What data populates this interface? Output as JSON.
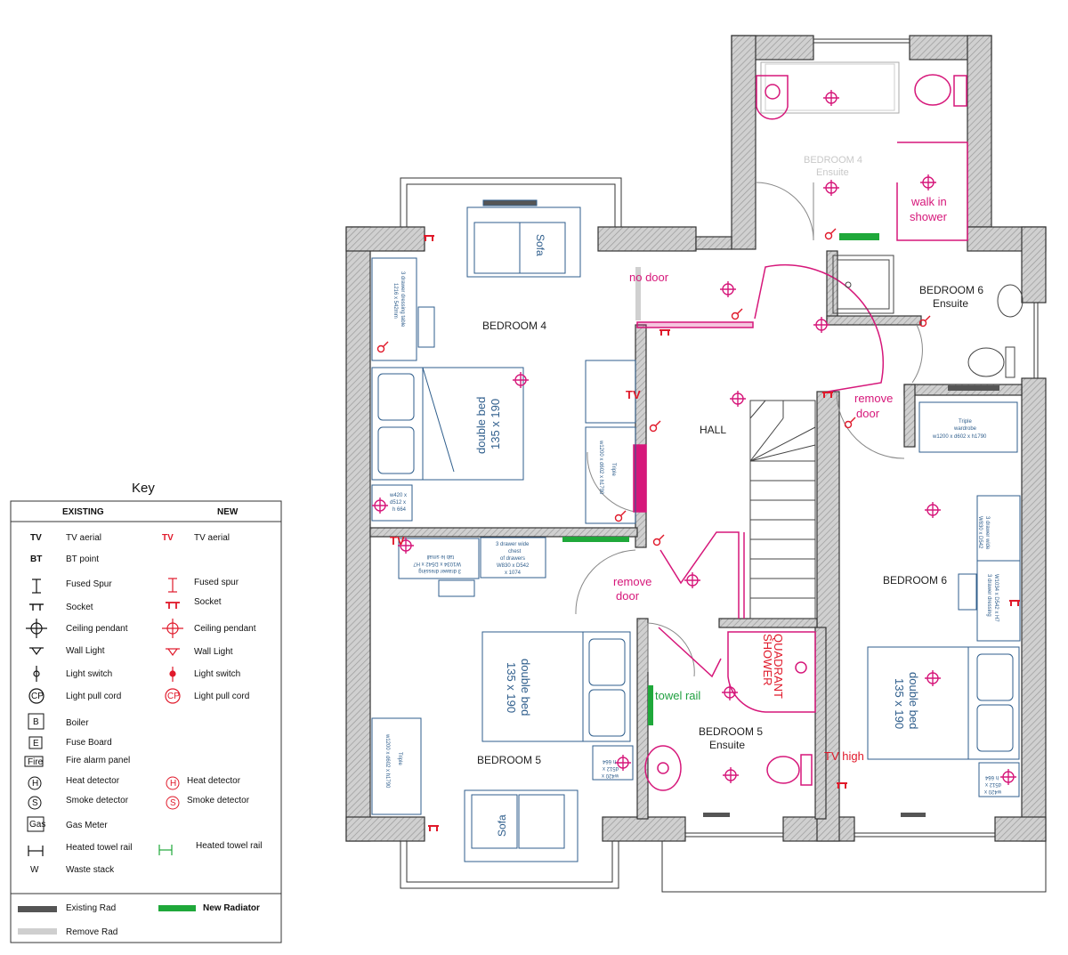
{
  "labels": {
    "bedroom4": "BEDROOM 4",
    "bedroom4_ensuite_a": "BEDROOM 4",
    "bedroom4_ensuite_b": "Ensuite",
    "walk_in_a": "walk in",
    "walk_in_b": "shower",
    "no_door": "no door",
    "bedroom6_ensuite_a": "BEDROOM 6",
    "bedroom6_ensuite_b": "Ensuite",
    "remove_door": "remove",
    "remove_door2": "door",
    "hall": "HALL",
    "bedroom6": "BEDROOM 6",
    "bedroom5": "BEDROOM 5",
    "bedroom5_ensuite_a": "BEDROOM 5",
    "bedroom5_ensuite_b": "Ensuite",
    "towel_rail": "towel rail",
    "tv_high": "TV high",
    "quadrant_a": "QUADRANT",
    "quadrant_b": "SHOWER",
    "sofa": "Sofa",
    "double_bed": "double bed",
    "bed_size": "135 x 190",
    "dressing_table_a": "3 drawer dressing table",
    "dressing_table_b": "1216 x 542mm",
    "triple_wardrobe": "Triple",
    "triple_wardrobe_b": "wardrobe",
    "triple_wardrobe_c": "w1200 x d602 x h1790",
    "chest_a": "3 drawer wide",
    "chest_b": "chest",
    "chest_c": "of drawers",
    "chest_d": "W830 x D542",
    "chest_e": "x 1074",
    "bedside_a": "w420 x",
    "bedside_b": "d512 x",
    "bedside_c": "h 664",
    "dressing2_a": "3 drawer dressing",
    "dressing2_b": "W1034 x D542 x H7",
    "dressing2_c": "tab le small"
  },
  "key": {
    "title": "Key",
    "existing_header": "EXISTING",
    "new_header": "NEW",
    "existing": [
      {
        "sym": "TV",
        "label": "TV aerial"
      },
      {
        "sym": "BT",
        "label": "BT point"
      },
      {
        "sym": "fused-spur-icon",
        "label": "Fused Spur"
      },
      {
        "sym": "socket-icon",
        "label": "Socket"
      },
      {
        "sym": "ceiling-pendant-icon",
        "label": "Ceiling pendant"
      },
      {
        "sym": "wall-light-icon",
        "label": "Wall Light"
      },
      {
        "sym": "light-switch-icon",
        "label": "Light switch"
      },
      {
        "sym": "CP",
        "label": "Light pull cord"
      },
      {
        "sym": "B",
        "label": "Boiler"
      },
      {
        "sym": "E",
        "label": "Fuse Board"
      },
      {
        "sym": "Fire",
        "label": "Fire alarm panel"
      },
      {
        "sym": "H",
        "label": "Heat detector"
      },
      {
        "sym": "S",
        "label": "Smoke detector"
      },
      {
        "sym": "Gas",
        "label": "Gas Meter"
      },
      {
        "sym": "towel-rail-icon",
        "label": "Heated towel rail"
      },
      {
        "sym": "W",
        "label": "Waste stack"
      }
    ],
    "new": [
      {
        "sym": "TV",
        "label": "TV aerial"
      },
      {
        "sym": "fused-spur-icon",
        "label": "Fused spur"
      },
      {
        "sym": "socket-icon",
        "label": "Socket"
      },
      {
        "sym": "ceiling-pendant-icon",
        "label": "Ceiling pendant"
      },
      {
        "sym": "wall-light-icon",
        "label": "Wall Light"
      },
      {
        "sym": "light-switch-icon",
        "label": "Light switch"
      },
      {
        "sym": "CP",
        "label": "Light pull cord"
      },
      {
        "sym": "H",
        "label": "Heat detector"
      },
      {
        "sym": "S",
        "label": "Smoke detector"
      },
      {
        "sym": "towel-rail-icon",
        "label": "Heated towel rail"
      }
    ],
    "radiators": {
      "existing_rad": "Existing Rad",
      "remove_rad": "Remove Rad",
      "new_radiator": "New Radiator"
    }
  },
  "colors": {
    "wall": "#bdbdbd",
    "magenta": "#d6177a",
    "red": "#e0192a",
    "furniture_blue": "#2f5e8c",
    "radiator_new": "#1fa83a",
    "radiator_existing": "#555555"
  }
}
